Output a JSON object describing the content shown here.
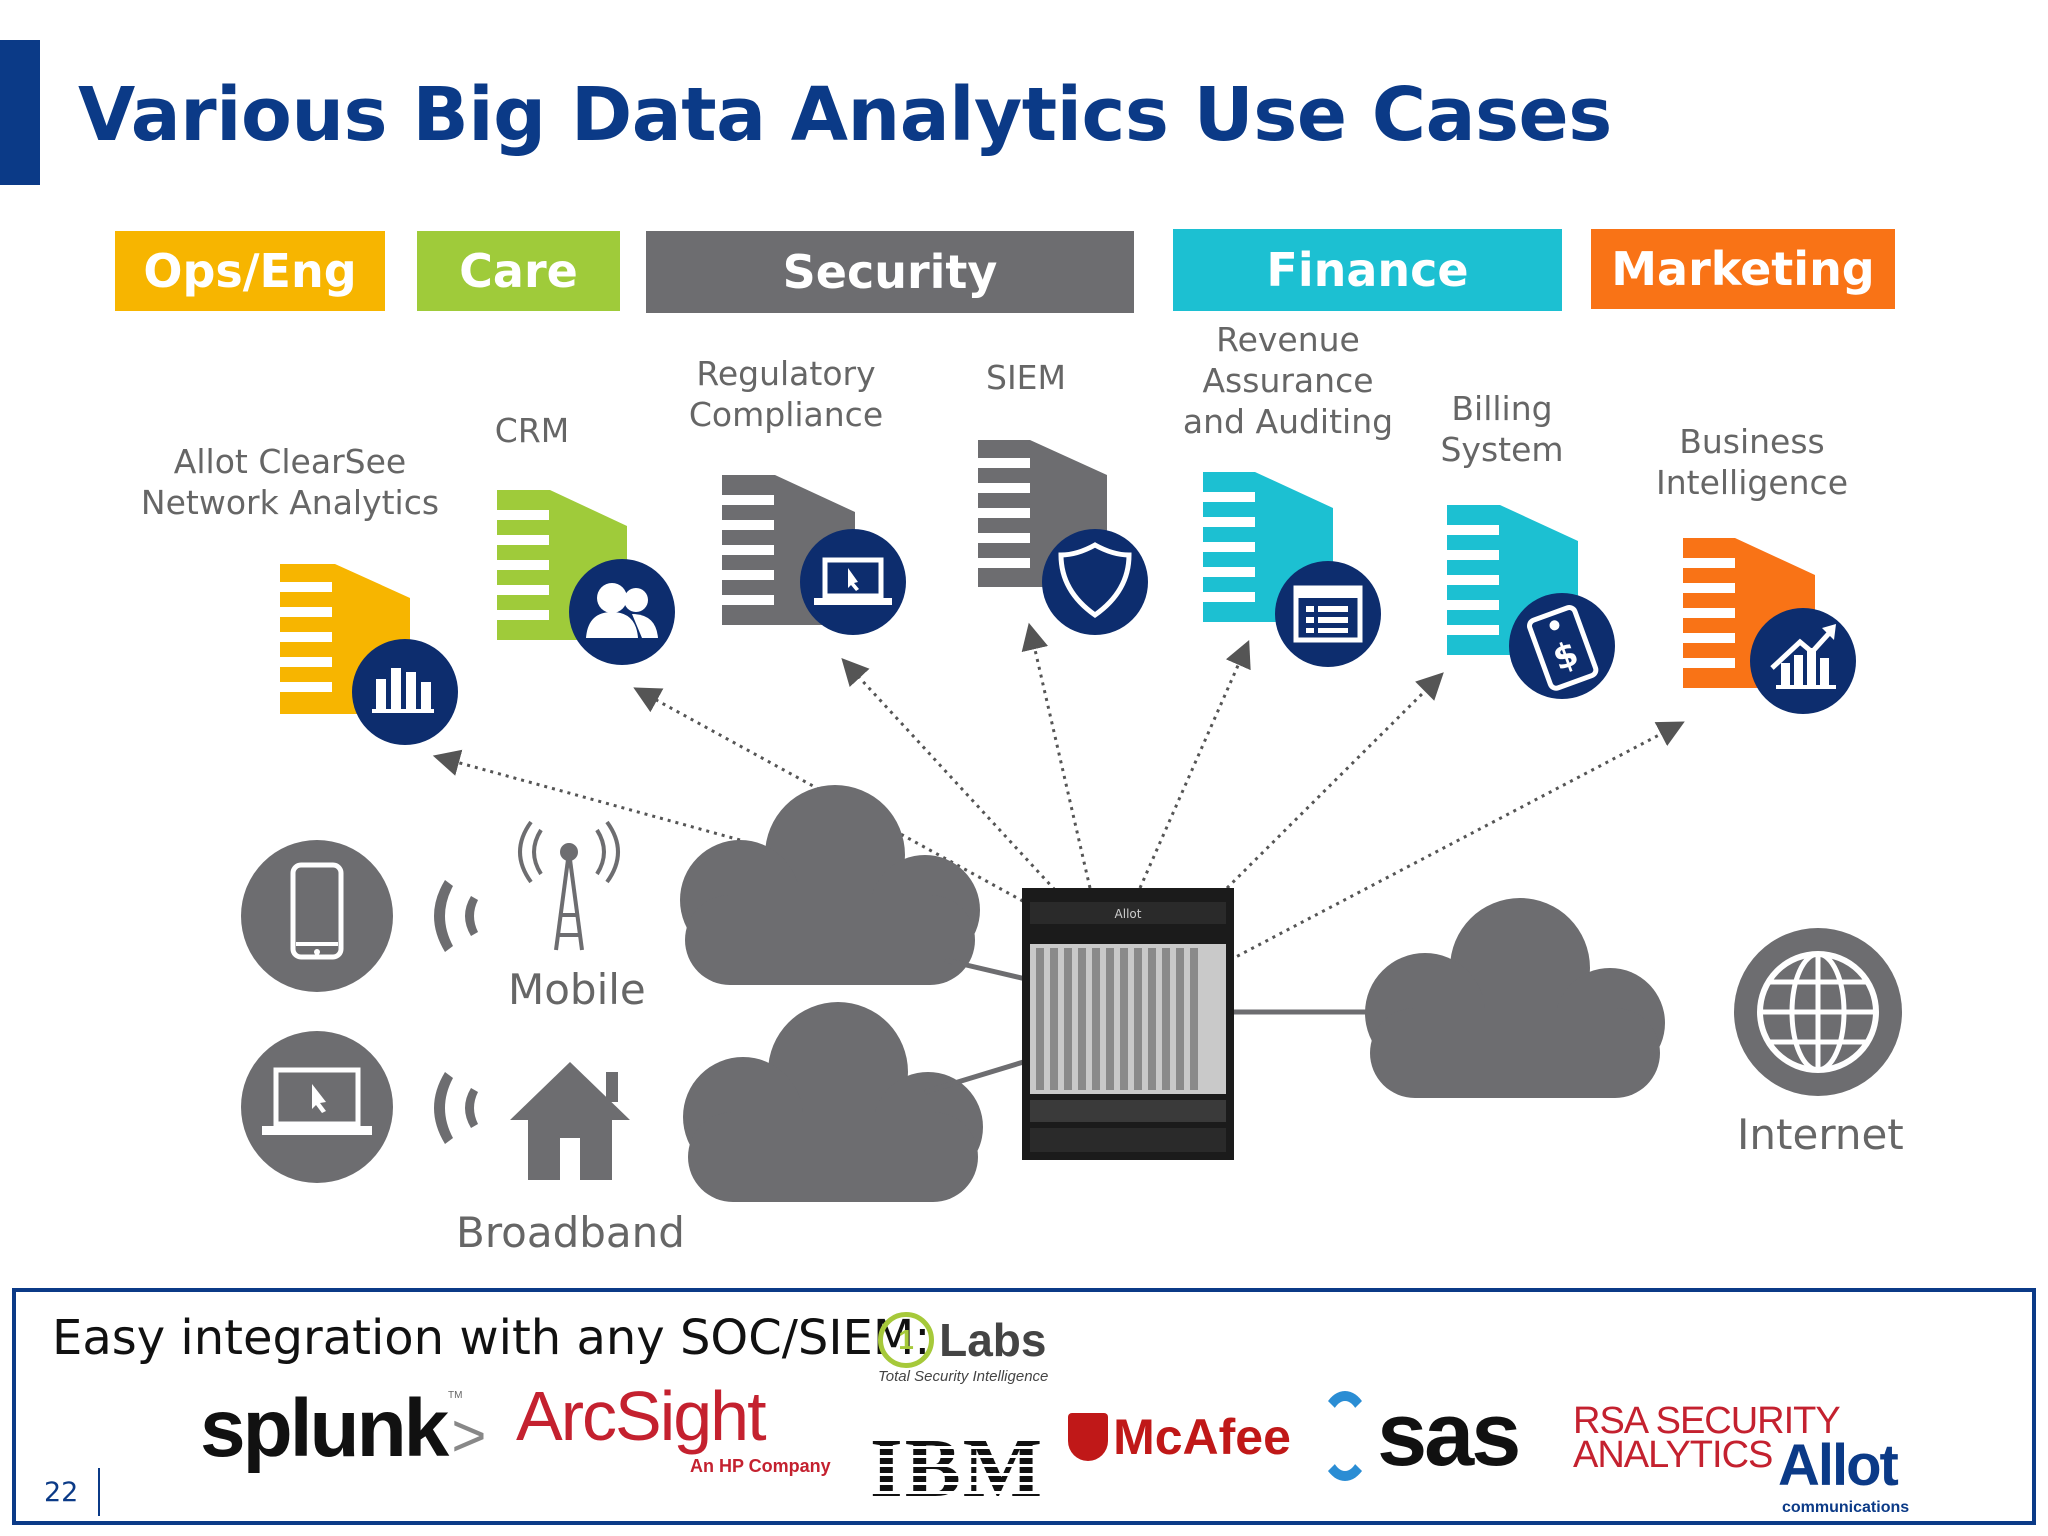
{
  "title": "Various Big Data Analytics Use Cases",
  "categories": [
    {
      "label": "Ops/Eng",
      "color": "#f7b500"
    },
    {
      "label": "Care",
      "color": "#9fcb3a"
    },
    {
      "label": "Security",
      "color": "#6d6d70"
    },
    {
      "label": "Finance",
      "color": "#1cc0d2"
    },
    {
      "label": "Marketing",
      "color": "#f97316"
    }
  ],
  "use_cases": [
    {
      "label": "Allot ClearSee\nNetwork Analytics",
      "icon": "bar-chart-icon",
      "color": "#f7b500"
    },
    {
      "label": "CRM",
      "icon": "users-icon",
      "color": "#9fcb3a"
    },
    {
      "label": "Regulatory\nCompliance",
      "icon": "laptop-icon",
      "color": "#6d6d70"
    },
    {
      "label": "SIEM",
      "icon": "shield-icon",
      "color": "#6d6d70"
    },
    {
      "label": "Revenue\nAssurance\nand Auditing",
      "icon": "browser-window-icon",
      "color": "#1cc0d2"
    },
    {
      "label": "Billing\nSystem",
      "icon": "price-tag-icon",
      "color": "#1cc0d2"
    },
    {
      "label": "Business\nIntelligence",
      "icon": "growth-chart-icon",
      "color": "#f97316"
    }
  ],
  "network": {
    "mobile_label": "Mobile",
    "broadband_label": "Broadband",
    "internet_label": "Internet",
    "device_brand": "Allot"
  },
  "footer": {
    "text": "Easy integration with any SOC/SIEM:",
    "page_number": "22",
    "logos": {
      "q1labs": "Labs",
      "q1labs_badge": "1",
      "q1labs_tagline": "Total Security Intelligence",
      "splunk": "splunk",
      "splunk_suffix": ">",
      "splunk_tm": "TM",
      "arcsight": "ArcSight",
      "arcsight_tagline": "An HP Company",
      "ibm": "IBM",
      "mcafee": "McAfee",
      "sas": "sas",
      "rsa_line1": "RSA SECURITY",
      "rsa_line2": "ANALYTICS",
      "allot": "Allot",
      "allot_sub": "communications"
    }
  }
}
